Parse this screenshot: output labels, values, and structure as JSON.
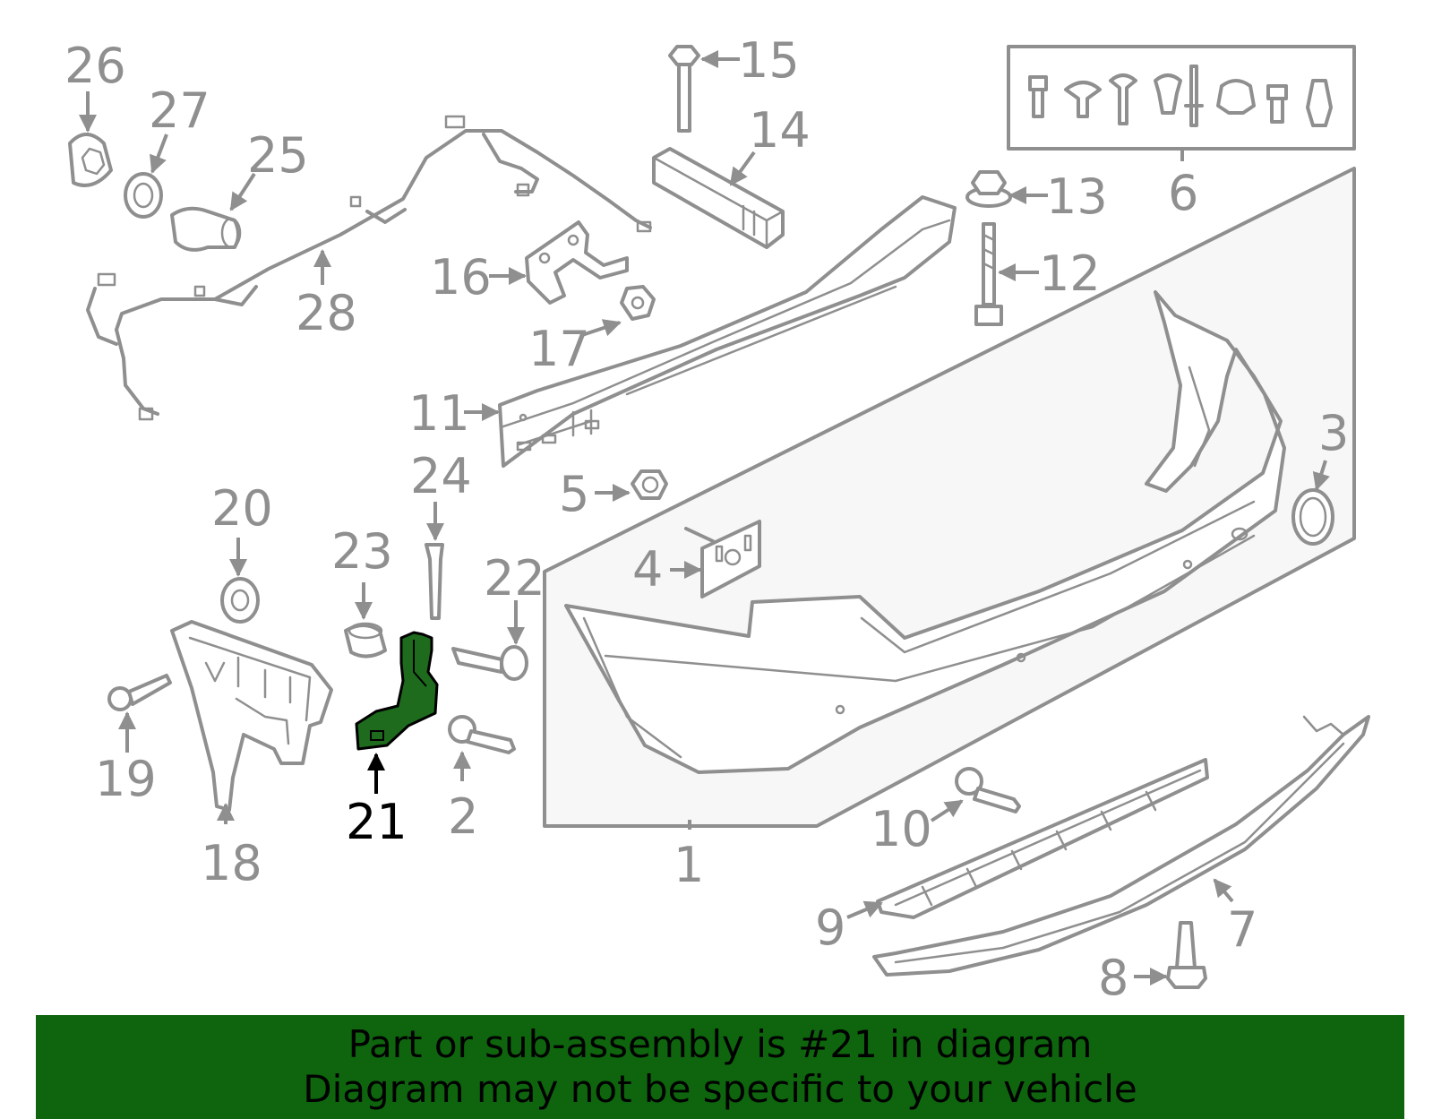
{
  "colors": {
    "banner_bg": "#0e650e",
    "highlight_part": "#1e6b1e",
    "line_gray": "#8f8f8f"
  },
  "callouts": {
    "c1": "1",
    "c2": "2",
    "c3": "3",
    "c4": "4",
    "c5": "5",
    "c6": "6",
    "c7": "7",
    "c8": "8",
    "c9": "9",
    "c10": "10",
    "c11": "11",
    "c12": "12",
    "c13": "13",
    "c14": "14",
    "c15": "15",
    "c16": "16",
    "c17": "17",
    "c18": "18",
    "c19": "19",
    "c20": "20",
    "c21": "21",
    "c22": "22",
    "c23": "23",
    "c24": "24",
    "c25": "25",
    "c26": "26",
    "c27": "27",
    "c28": "28"
  },
  "highlighted_part": "21",
  "banner": {
    "line1": "Part or sub-assembly is #21 in diagram",
    "line2": "Diagram may not be specific to your vehicle"
  }
}
